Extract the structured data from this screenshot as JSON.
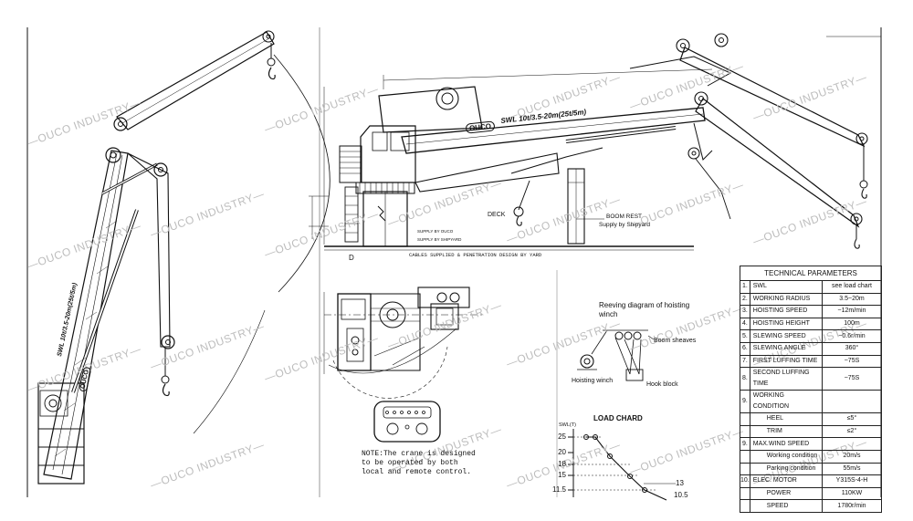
{
  "watermark": {
    "text": "—OUCO INDUSTRY—"
  },
  "crane": {
    "boom_marking": "SWL 10t/3.5-20m(25t/5m)",
    "brand": "OUCO"
  },
  "labels": {
    "deck": "DECK",
    "boom_rest": "BOOM REST",
    "boom_rest_sub": "Supply by Shipyard",
    "supply_ouco": "SUPPLY BY OUCO",
    "supply_shipyard": "SUPPLY BY SHIPYARD",
    "cables": "CABLES SUPPLIED & PENETRATION DESIGN BY YARD",
    "d_mark": "D"
  },
  "reeving": {
    "title": "Reeving diagram of hoisting winch",
    "boom_sheaves": "Boom sheaves",
    "hoisting_winch": "Hoisting winch",
    "hook_block": "Hook block"
  },
  "note": "NOTE:The crane is designed to be operated by both local and remote control.",
  "load_chart": {
    "title": "LOAD CHARD",
    "ylabel": "SWL(T)",
    "yticks": [
      "25",
      "20",
      "18",
      "15",
      "11.5"
    ],
    "point_label": "13",
    "point_label2": "10.5"
  },
  "tech": {
    "title": "TECHNICAL PARAMETERS",
    "rows": [
      {
        "no": "1.",
        "name": "SWL",
        "value": "see load chart"
      },
      {
        "no": "2.",
        "name": "WORKING RADIUS",
        "value": "3.5~20m"
      },
      {
        "no": "3.",
        "name": "HOISTING SPEED",
        "value": "~12m/min"
      },
      {
        "no": "4.",
        "name": "HOISTING HEIGHT",
        "value": "100m"
      },
      {
        "no": "5.",
        "name": "SLEWING SPEED",
        "value": "~0.6r/min"
      },
      {
        "no": "6.",
        "name": "SLEWING ANGLE",
        "value": "360°"
      },
      {
        "no": "7.",
        "name": "FIRST LUFFING TIME",
        "value": "~75S"
      },
      {
        "no": "8.",
        "name": "SECOND LUFFING TIME",
        "value": "~75S"
      },
      {
        "no": "9.",
        "name": "WORKING CONDITION",
        "value": ""
      },
      {
        "no": "",
        "name": "HEEL",
        "value": "≤5°"
      },
      {
        "no": "",
        "name": "TRIM",
        "value": "≤2°"
      },
      {
        "no": "9.",
        "name": "MAX.WIND SPEED",
        "value": ""
      },
      {
        "no": "",
        "name": "Working condition",
        "value": "20m/s"
      },
      {
        "no": "",
        "name": "Parking condition",
        "value": "55m/s"
      },
      {
        "no": "10.",
        "name": "ELEC. MOTOR",
        "value": "Y315S-4-H"
      },
      {
        "no": "",
        "name": "POWER",
        "value": "110KW"
      },
      {
        "no": "",
        "name": "SPEED",
        "value": "1780r/min"
      }
    ]
  }
}
